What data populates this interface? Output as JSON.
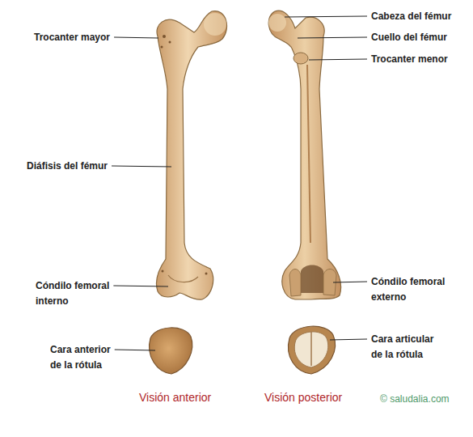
{
  "diagram": {
    "labels": [
      "Trocanter mayor",
      "Cabeza del fémur",
      "Cuello del fémur",
      "Trocanter menor",
      "Diáfisis del fémur",
      "Cóndilo femoral interno",
      "Cóndilo femoral externo",
      "Cara anterior de la rótula",
      "Cara articular de la rótula",
      "Visión anterior",
      "Visión posterior",
      "© saludalia.com"
    ]
  }
}
